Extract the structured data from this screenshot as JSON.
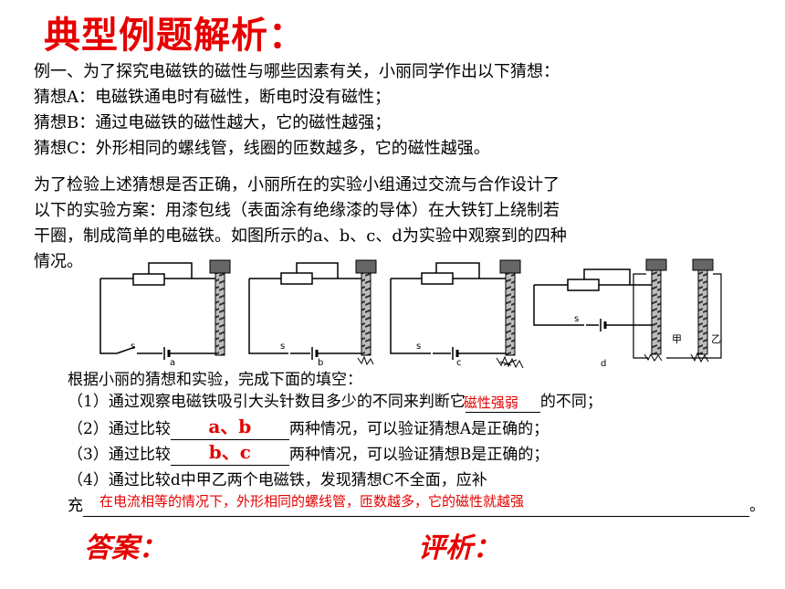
{
  "title": "典型例题解析：",
  "intro_lines": [
    "例一、为了探究电磁铁的磁性与哪些因素有关，小丽同学作出以下猜想：",
    "猜想A：电磁铁通电时有磁性，断电时没有磁性；",
    "猜想B：通过电磁铁的磁性越大，它的磁性越强；",
    "猜想C：外形相同的螺线管，线圈的匝数越多，它的磁性越强。"
  ],
  "scheme_lines": [
    "为了检验上述猜想是否正确，小丽所在的实验小组通过交流与合作设计了",
    "以下的实验方案：用漆包线（表面涂有绝缘漆的导体）在大铁钉上绕制若",
    "干圈，制成简单的电磁铁。如图所示的a、b、c、d为实验中观察到的四种",
    "情况。"
  ],
  "diagram_labels": {
    "a": "a",
    "b": "b",
    "c": "c",
    "d": "d",
    "switch": "s",
    "jia": "甲",
    "yi": "乙"
  },
  "questions": {
    "intro": "根据小丽的猜想和实验，完成下面的填空：",
    "q1_before": "（1）通过观察电磁铁吸引大头针数目多少的不同来判断它",
    "q1_after": "的不同；",
    "q1_answer": "磁性强弱",
    "q2_before": "（2）通过比较",
    "q2_after": "两种情况，可以验证猜想A是正确的；",
    "q2_answer": "a、b",
    "q3_before": "（3）通过比较",
    "q3_after": "两种情况，可以验证猜想B是正确的；",
    "q3_answer": "b、c",
    "q4_line1": "（4）通过比较d中甲乙两个电磁铁，发现猜想C不全面，应补",
    "q4_before": "充",
    "q4_after": "。",
    "q4_answer": "在电流相等的情况下，外形相同的螺线管，匝数越多，它的磁性就越强"
  },
  "answer_label": "答案：",
  "analysis_label": "评析："
}
